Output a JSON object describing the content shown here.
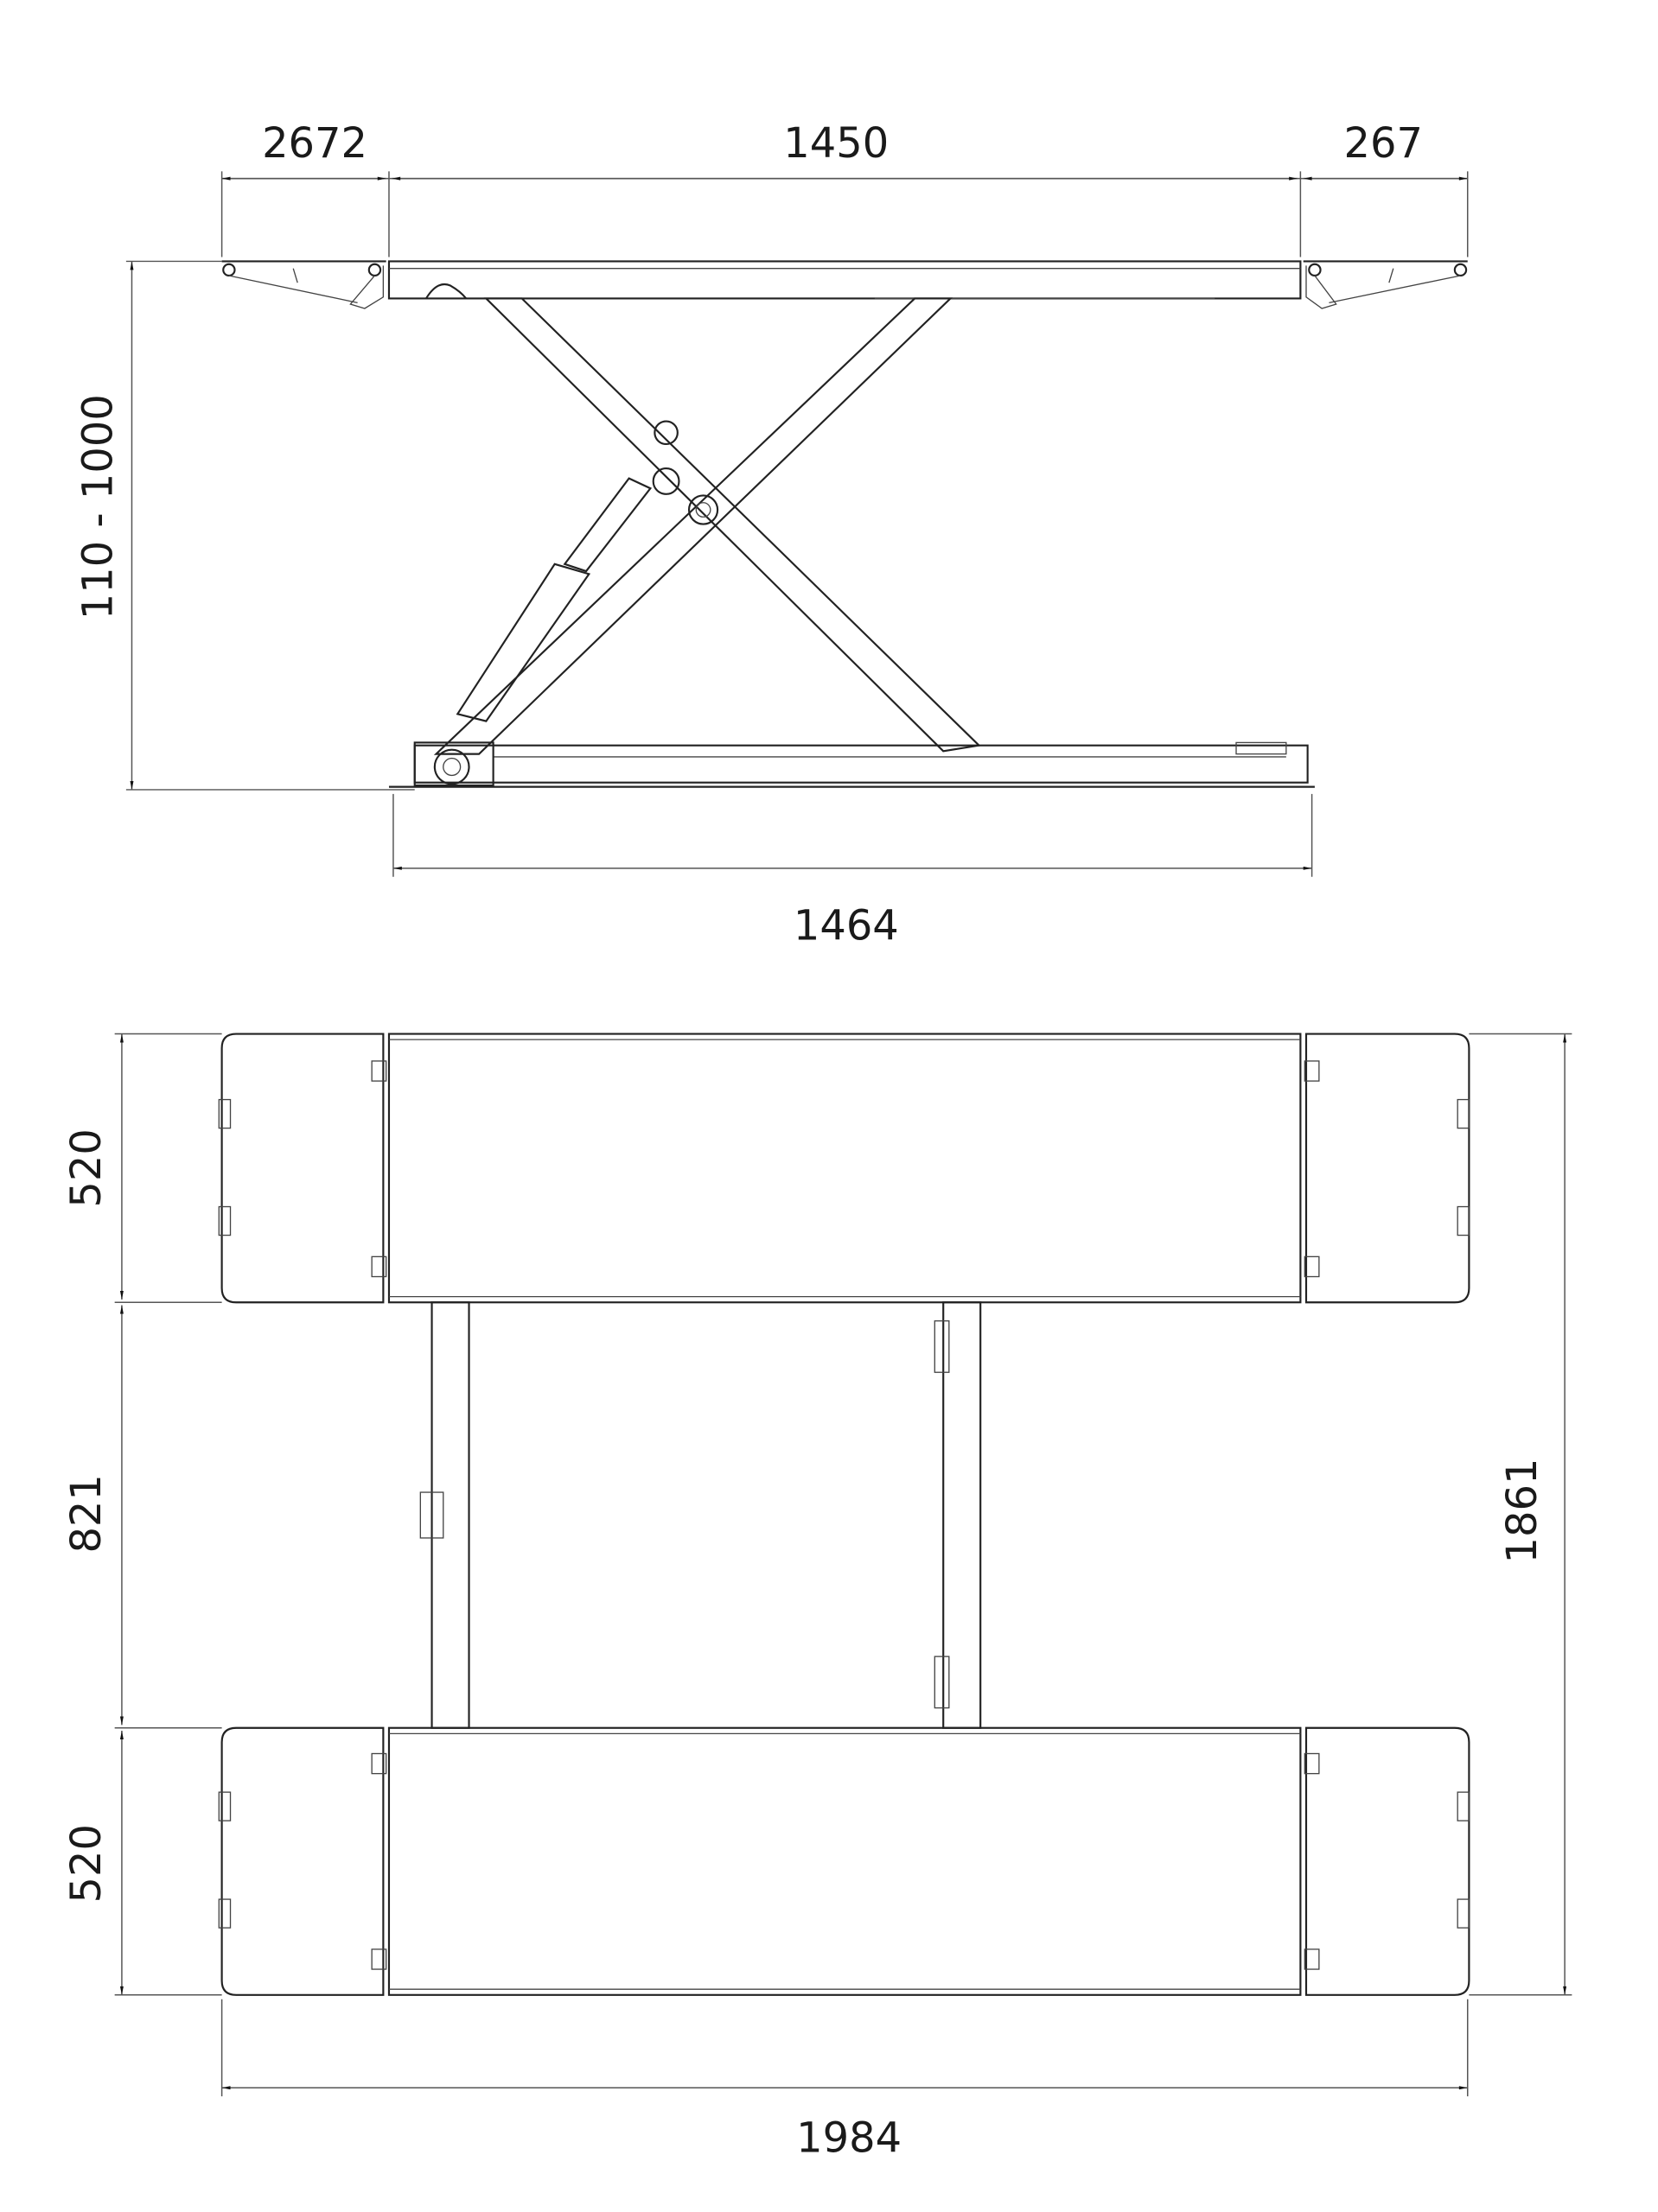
{
  "side_view": {
    "dimensions": {
      "left_ramp": "2672",
      "platform": "1450",
      "right_ramp": "267",
      "height_range": "110 - 1000",
      "base_length": "1464"
    }
  },
  "plan_view": {
    "dimensions": {
      "top_platform_width": "520",
      "gap_width": "821",
      "bottom_platform_width": "520",
      "overall_width": "1861",
      "overall_length": "1984"
    }
  },
  "colors": {
    "line": "#222222",
    "background": "#ffffff"
  }
}
